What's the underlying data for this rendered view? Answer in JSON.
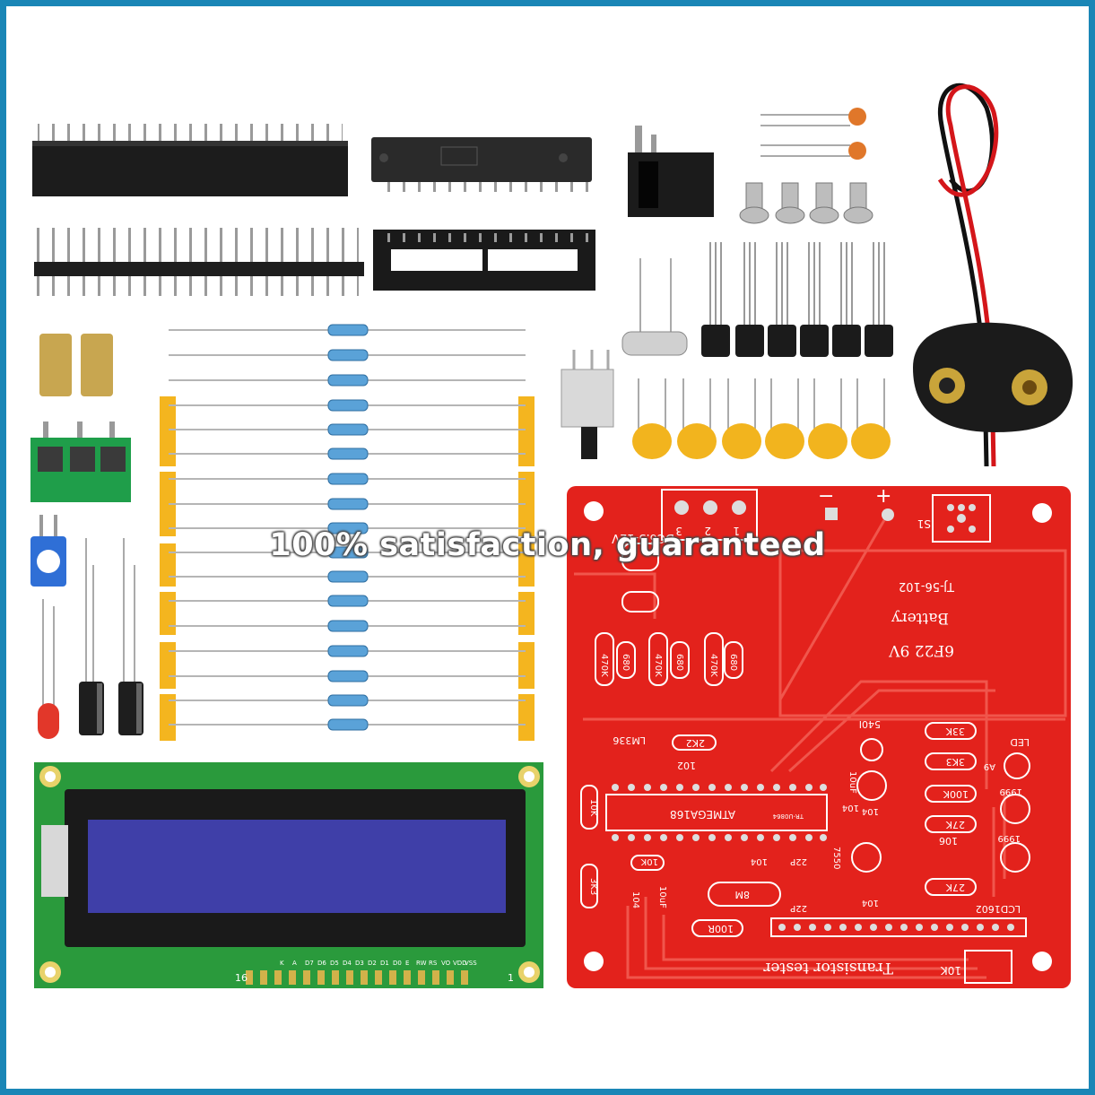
{
  "overlay": {
    "watermark": "100% satisfaction, guaranteed"
  },
  "pcb": {
    "title": "Transistor tester",
    "battery_label": "Battery",
    "battery_type": "6F22 9V",
    "battery_code": "TJ-56-102",
    "dc_label": "DC6.5-12V",
    "switch_label": "S1",
    "connector_pins": [
      "3",
      "2",
      "1"
    ],
    "polarity_minus": "−",
    "polarity_plus": "+",
    "mcu_label": "ATMEGA168",
    "ic_code": "TR-U0864",
    "lcd_label": "LCD1602",
    "led_label": "LED",
    "pot_label": "10K",
    "crystal_label": "8M",
    "left_resistors": [
      "470K",
      "680",
      "470K",
      "680",
      "470K",
      "680"
    ],
    "mid_labels": [
      "LM336",
      "2K2",
      "102",
      "10K",
      "3K3",
      "10K",
      "104",
      "104",
      "22P",
      "22P",
      "7550",
      "104",
      "104",
      "10uF",
      "100R"
    ],
    "right_labels": [
      "540I",
      "33K",
      "3K3",
      "100K",
      "27K",
      "106",
      "27K",
      "104",
      "10uF",
      "1999",
      "1999",
      "A9"
    ]
  },
  "lcd": {
    "pin_labels": [
      "VSS",
      "VDD",
      "VO",
      "RS",
      "RW",
      "E",
      "D0",
      "D1",
      "D2",
      "D3",
      "D4",
      "D5",
      "D6",
      "D7",
      "A",
      "K"
    ],
    "pin_first": "1",
    "pin_last": "16"
  },
  "colors": {
    "border": "#1a86b6",
    "pcb_red": "#e3221c",
    "lcd_green": "#2a9a3c",
    "lcd_screen": "#3f3fa8",
    "capacitor_yellow": "#f2b41e",
    "terminal_green": "#1f9e4a"
  }
}
